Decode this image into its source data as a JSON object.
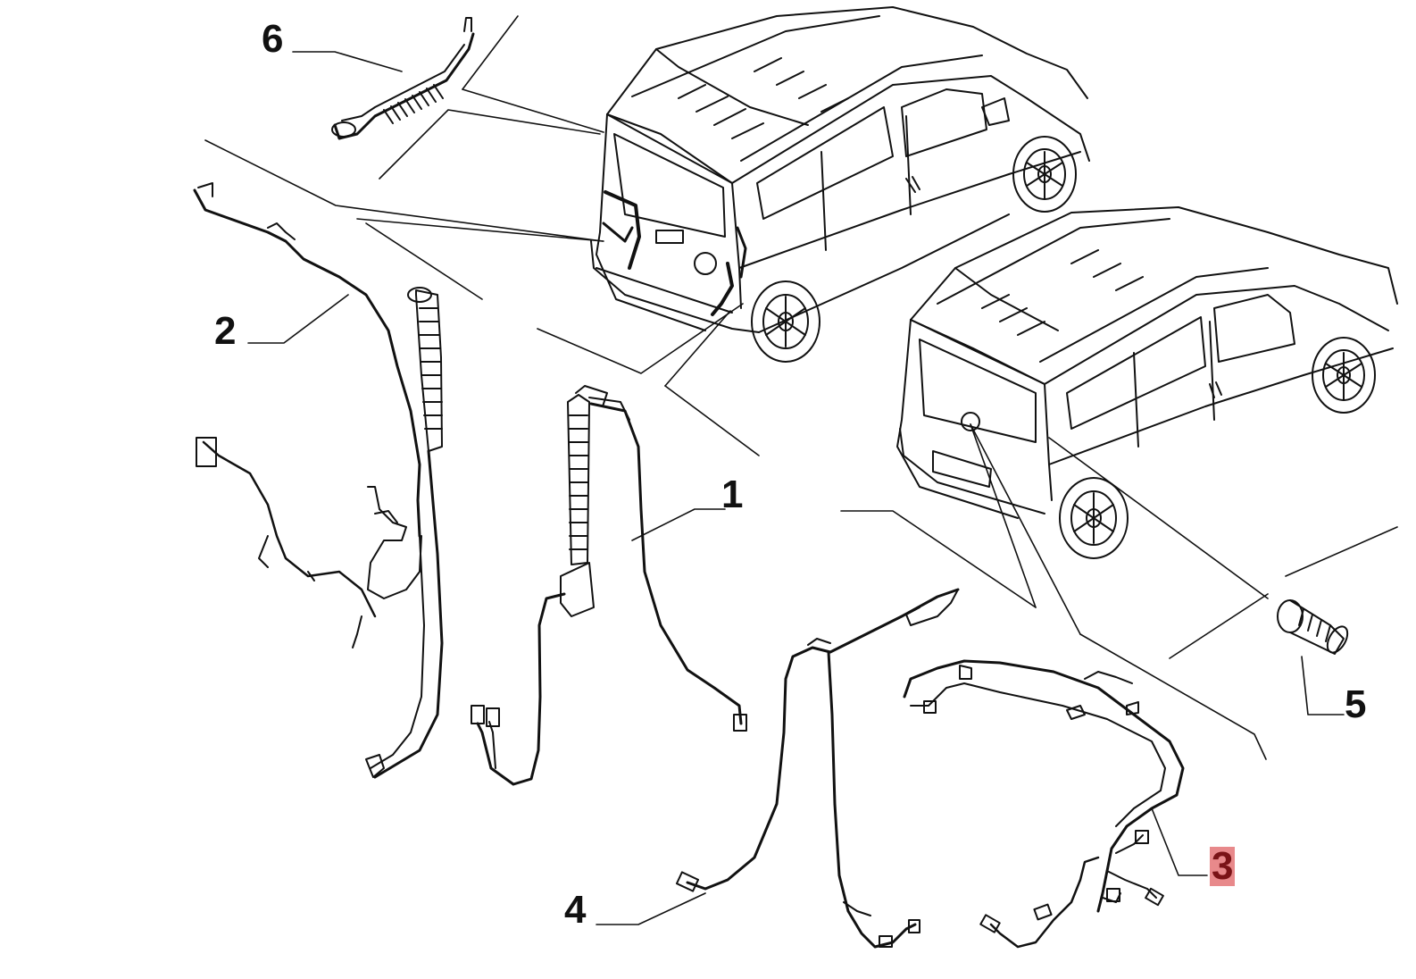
{
  "callouts": {
    "c1": "1",
    "c2": "2",
    "c3": "3",
    "c4": "4",
    "c5": "5",
    "c6": "6"
  },
  "highlighted_callout": "3",
  "colors": {
    "line": "#111111",
    "highlight_fill": "#e8898b",
    "highlight_text": "#7a1316",
    "background": "#ffffff"
  }
}
